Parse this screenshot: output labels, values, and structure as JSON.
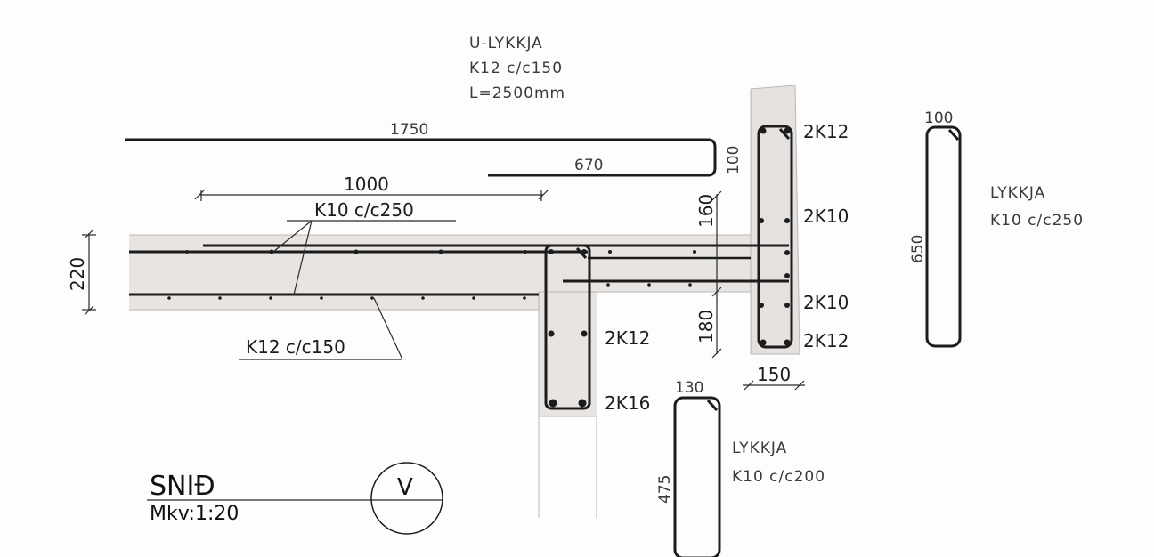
{
  "note_u_stirrup": {
    "line1": "U-LYKKJA",
    "line2": "K12 c/c150",
    "line3": "L=2500mm"
  },
  "dims": {
    "top_bar_length": "1750",
    "top_bar_return": "670",
    "top_bar_hook": "100",
    "bar_span": "1000",
    "slab_depth": "220",
    "upper_col_part": "160",
    "lower_col_part": "180",
    "col_width": "150",
    "stirrup_r_width": "100",
    "stirrup_r_height": "650",
    "stirrup_b_width": "130",
    "stirrup_b_height": "475"
  },
  "rebar_labels": {
    "slab_top": "K10 c/c250",
    "slab_bottom": "K12 c/c150",
    "beam_top": "2K12",
    "beam_bottom": "2K16",
    "col_1": "2K12",
    "col_2": "2K10",
    "col_3": "2K10",
    "col_4": "2K12"
  },
  "stirrup_right": {
    "line1": "LYKKJA",
    "line2": "K10 c/c250"
  },
  "stirrup_bottom": {
    "line1": "LYKKJA",
    "line2": "K10 c/c200"
  },
  "title_block": {
    "title": "SNIÐ",
    "scale": "Mkv:1:20",
    "marker": "V"
  },
  "colors": {
    "ink": "#1c1c1c",
    "concrete": "#e6e3e1",
    "paper": "#fdfdfd"
  }
}
